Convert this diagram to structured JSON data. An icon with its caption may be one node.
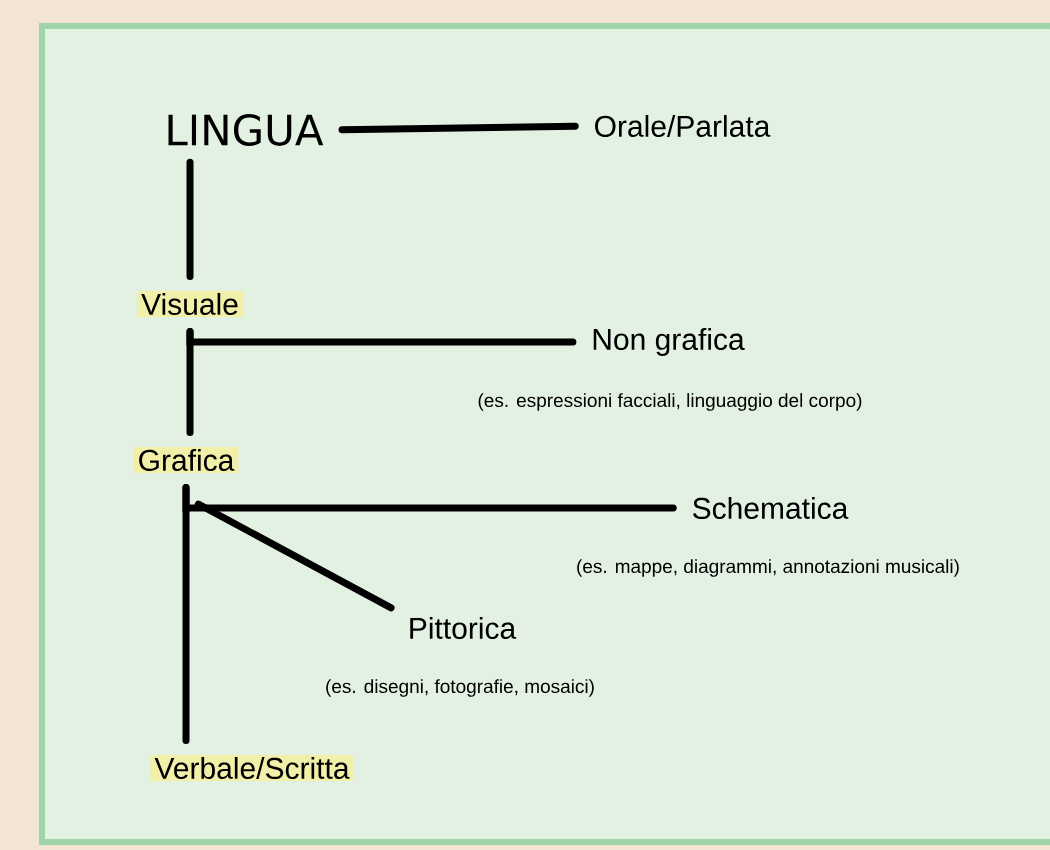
{
  "diagram": {
    "nodes": [
      {
        "text": [
          "LINGUA"
        ]
      },
      {
        "text": [
          "Orale/Parlata"
        ]
      },
      {
        "text": [
          "Visuale"
        ]
      },
      {
        "text": [
          "Non grafica"
        ],
        "beside": [
          "(es. espressioni facciali, linguaggio del corpo)"
        ]
      },
      {
        "text": [
          "Grafica"
        ]
      },
      {
        "text": [
          "Schematica"
        ],
        "beside": [
          "(es. mappe, diagrammi, annotazioni musicali)"
        ]
      },
      {
        "text": [
          "Pittorica"
        ],
        "beside": [
          "(es. disegni, fotografie, mosaici)"
        ]
      },
      {
        "text": [
          "Verbale/Scritta"
        ]
      }
    ],
    "edges": [
      {
        "from": 0,
        "to": 1,
        "arrow": "none"
      },
      {
        "from": 0,
        "to": 2,
        "arrow": "none"
      },
      {
        "from": 2,
        "to": 3,
        "arrow": "none"
      },
      {
        "from": 2,
        "to": 4,
        "arrow": "none"
      },
      {
        "from": 4,
        "to": 5,
        "arrow": "none"
      },
      {
        "from": 4,
        "to": 6,
        "arrow": "none"
      },
      {
        "from": 4,
        "to": 7,
        "arrow": "none"
      }
    ]
  }
}
